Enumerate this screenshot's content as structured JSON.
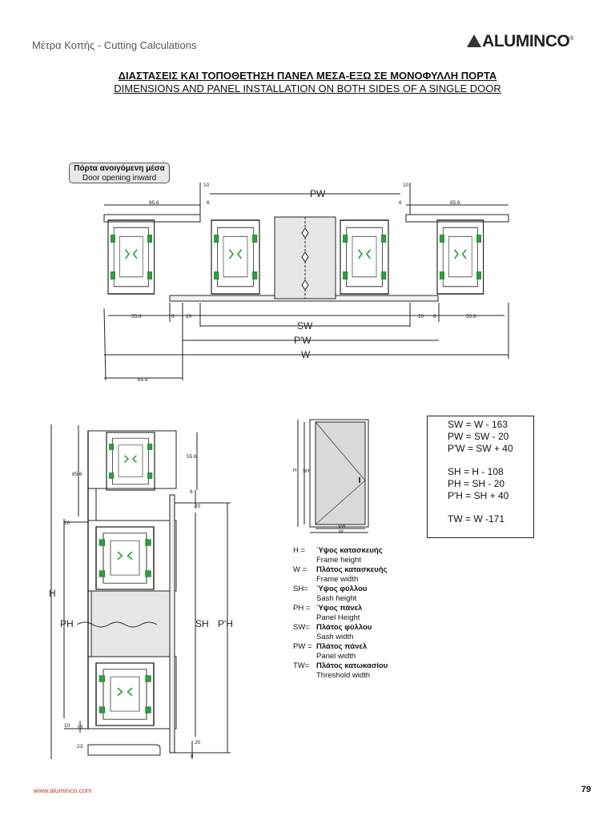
{
  "header": {
    "subtitle": "Μέτρα Κοπής - Cutting Calculations",
    "brand": "ALUMINCO",
    "brand_mark": "®"
  },
  "title": {
    "greek": "ΔΙΑΣΤΑΣΕΙΣ ΚΑΙ ΤΟΠΟΘΕΤΗΣΗ ΠΑΝΕΛ ΜΕΣΑ-ΕΞΩ ΣΕ ΜΟΝΟΦΥΛΛΗ ΠΟΡΤΑ",
    "english": "DIMENSIONS AND PANEL INSTALLATION ON BOTH SIDES OF A SINGLE DOOR"
  },
  "tag": {
    "greek": "Πόρτα ανοιγόμενη μέσα",
    "english": "Door opening inward"
  },
  "plan_view": {
    "labels": {
      "pw": "PW",
      "sw": "SW",
      "pw_prime": "P'W",
      "w": "W",
      "d10": "10",
      "d6": "6",
      "d85": "85.6",
      "d55": "55.6",
      "d20": "20",
      "d65": "65.6"
    }
  },
  "section_view": {
    "labels": {
      "h": "H",
      "ph": "PH",
      "sh": "SH",
      "ph_prime": "P'H",
      "d85": "85.6",
      "d55": "55.6",
      "d6": "6",
      "d20": "20",
      "d10": "10",
      "d13": "13",
      "d23": "23",
      "d8": "8",
      "d10b": "10"
    }
  },
  "door_sketch": {
    "labels": {
      "h": "H",
      "sh": "SH",
      "sw": "SW",
      "w": "W"
    }
  },
  "formulas": [
    "SW = W - 163",
    "PW = SW - 20",
    "P'W = SW + 40",
    "",
    "SH = H - 108",
    "PH = SH - 20",
    "P'H = SH + 40",
    "",
    "TW = W -171"
  ],
  "legend": [
    {
      "key": "H =",
      "greek": "Ύψος κατασκευής",
      "english": "Frame height"
    },
    {
      "key": "W =",
      "greek": "Πλάτος κατασκευής",
      "english": "Frame width"
    },
    {
      "key": "SH=",
      "greek": "Ύψος φύλλου",
      "english": "Sash height"
    },
    {
      "key": "PH =",
      "greek": "Ύψος πάνελ",
      "english": "Panel Height"
    },
    {
      "key": "SW=",
      "greek": "Πλάτος φύλλου",
      "english": "Sash width"
    },
    {
      "key": "PW =",
      "greek": "Πλάτος πάνελ",
      "english": "Panel width"
    },
    {
      "key": "TW=",
      "greek": "Πλάτος κατωκασίου",
      "english": "Threshold width"
    }
  ],
  "footer": {
    "url": "www.aluminco.com",
    "page": "79"
  },
  "colors": {
    "gasket_green": "#2e9e3e",
    "panel_grey": "#e6e6e6",
    "line": "#222222",
    "url_red": "#c0392b"
  }
}
